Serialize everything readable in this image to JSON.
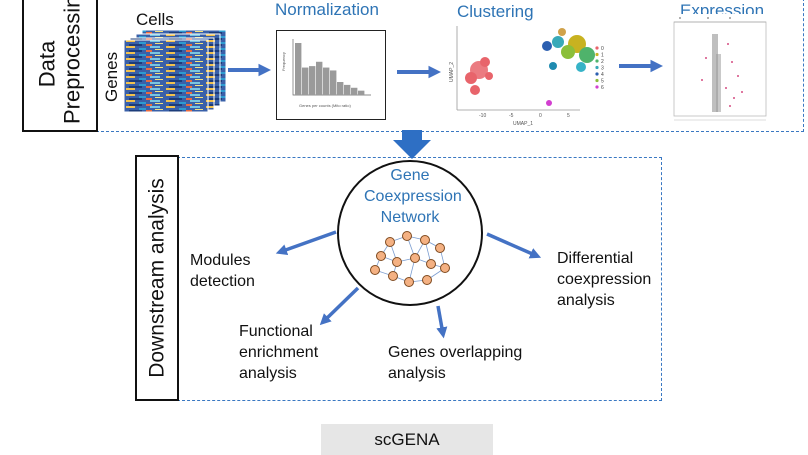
{
  "preprocessing": {
    "section_title": "Data Preprocessing",
    "cells_label": "Cells",
    "genes_label": "Genes",
    "steps": {
      "normalization": "Normalization",
      "clustering": "Clustering",
      "expression": "Expression"
    },
    "normalization_plot": {
      "xlabel": "Genes per counts (Mito ratio)",
      "ylabel": "Frequency",
      "bar_values": [
        72,
        38,
        40,
        46,
        38,
        34,
        18,
        14,
        10,
        6
      ]
    },
    "umap": {
      "xlabel": "UMAP_1",
      "ylabel": "UMAP_2",
      "xticks": [
        "-10",
        "-5",
        "0",
        "5"
      ],
      "legend": [
        "0",
        "1",
        "2",
        "3",
        "4",
        "5",
        "6"
      ]
    }
  },
  "downstream": {
    "section_title": "Downstream analysis",
    "center_title": "Gene Coexpression Network",
    "branches": {
      "modules": "Modules detection",
      "functional": "Functional enrichment analysis",
      "overlap": "Genes overlapping analysis",
      "differential": "Differential coexpression analysis"
    }
  },
  "app": {
    "name": "scGENA"
  },
  "colors": {
    "accent_blue": "#2e74b5",
    "arrow_blue": "#4472c4",
    "dashed_border": "#3a78c2",
    "node_fill": "#f4b183",
    "node_stroke": "#7f4a1f"
  }
}
